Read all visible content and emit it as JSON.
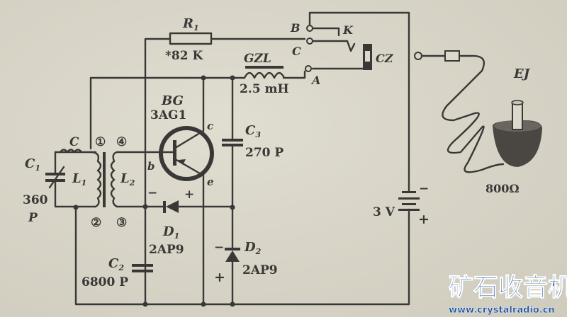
{
  "diagram": {
    "title": "",
    "components": {
      "r1": {
        "name": "R",
        "sub": "1",
        "value": "*82 K"
      },
      "gzl": {
        "name": "GZL",
        "value": "2.5 mH"
      },
      "bg": {
        "name": "BG",
        "value": "3AG1",
        "pin_c": "c",
        "pin_b": "b",
        "pin_e": "e"
      },
      "c3": {
        "name": "C",
        "sub": "3",
        "value": "270 P"
      },
      "c1": {
        "name": "C",
        "sub": "1",
        "value": "360",
        "unit": "P"
      },
      "c_coil": {
        "name": "C"
      },
      "l1": {
        "name": "L",
        "sub": "1"
      },
      "l2": {
        "name": "L",
        "sub": "2"
      },
      "pins": [
        "①",
        "④",
        "②",
        "③"
      ],
      "d1": {
        "name": "D",
        "sub": "1",
        "value": "2AP9"
      },
      "d2": {
        "name": "D",
        "sub": "2",
        "value": "2AP9"
      },
      "c2": {
        "name": "C",
        "sub": "2",
        "value": "6800 P"
      },
      "switch": {
        "b": "B",
        "c": "C",
        "a": "A",
        "k": "K",
        "jack": "CZ"
      },
      "battery": {
        "value": "3 V",
        "minus": "−",
        "plus": "+"
      },
      "earphone": {
        "name": "EJ",
        "value": "800Ω"
      },
      "polarity": {
        "d1_minus": "−",
        "d1_plus": "+",
        "d2_minus": "−",
        "d2_plus": "+"
      }
    },
    "watermark": {
      "title": "矿石收音机",
      "url": "www.crystalradio.cn",
      "color": "#1a4fa0"
    }
  }
}
